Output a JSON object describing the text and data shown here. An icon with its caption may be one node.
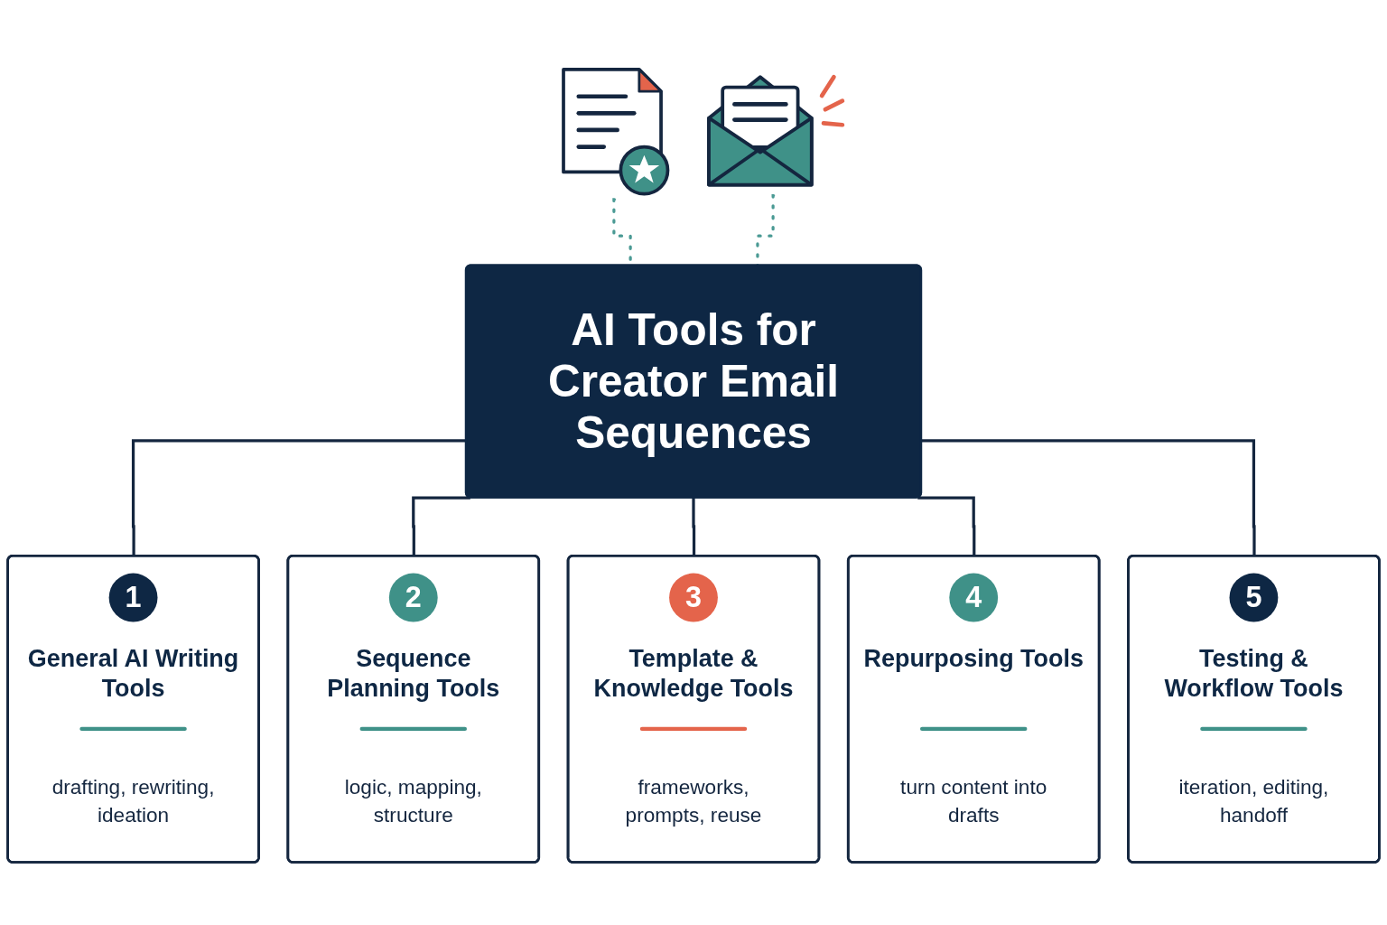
{
  "diagram": {
    "nodes": [
      {
        "text": [
          "AI Tools for Creator Email Sequences"
        ]
      },
      {
        "text": [],
        "shape": "picture"
      },
      {
        "text": [],
        "shape": "picture"
      },
      {
        "text": [
          "1",
          "General AI Writing Tools",
          "drafting, rewriting, ideation"
        ]
      },
      {
        "text": [
          "2",
          "Sequence Planning Tools",
          "logic, mapping, structure"
        ]
      },
      {
        "text": [
          "3",
          "Template & Knowledge Tools",
          "frameworks, prompts, reuse"
        ]
      },
      {
        "text": [
          "4",
          "Repurposing Tools",
          "turn content into drafts"
        ]
      },
      {
        "text": [
          "5",
          "Testing & Workflow Tools",
          "iteration, editing, handoff"
        ]
      }
    ],
    "edges": [
      {
        "from": 1,
        "to": 0,
        "arrow": "none",
        "style": "dashed",
        "color": "#4a9a94"
      },
      {
        "from": 2,
        "to": 0,
        "arrow": "none",
        "style": "dashed",
        "color": "#4a9a94"
      },
      {
        "from": 0,
        "to": 3,
        "arrow": "none"
      },
      {
        "from": 0,
        "to": 4,
        "arrow": "none"
      },
      {
        "from": 0,
        "to": 5,
        "arrow": "none"
      },
      {
        "from": 0,
        "to": 6,
        "arrow": "none"
      },
      {
        "from": 0,
        "to": 7,
        "arrow": "none"
      }
    ]
  }
}
